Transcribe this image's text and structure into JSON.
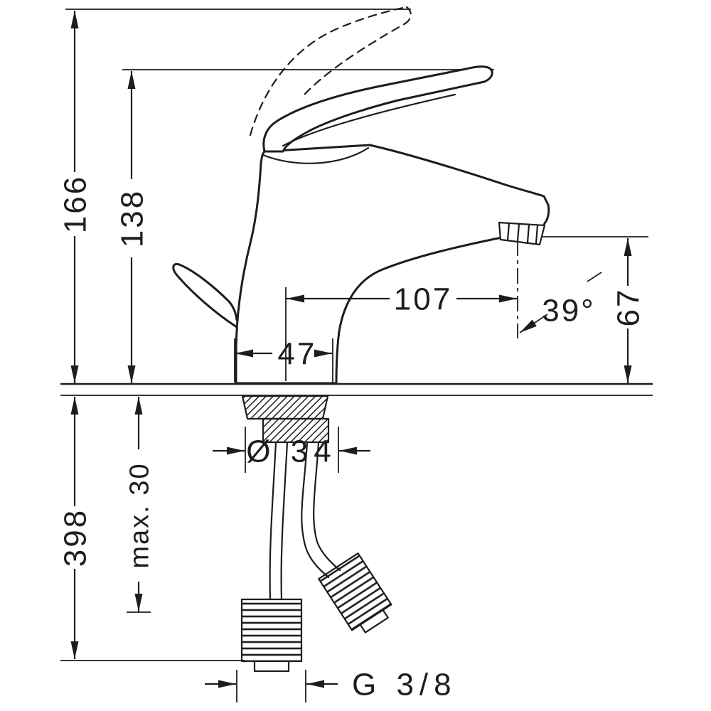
{
  "colors": {
    "background": "#ffffff",
    "ink": "#1d1d1b"
  },
  "dimensions": {
    "overall_height": "166",
    "handle_height": "138",
    "spout_reach": "107",
    "body_depth": "47",
    "spray_angle": "39°",
    "spout_outlet_height": "67",
    "shank_diameter": "Ø 34",
    "max_mounting_thickness": "max. 30",
    "under_counter_height": "398",
    "supply_connection": "G 3/8"
  }
}
